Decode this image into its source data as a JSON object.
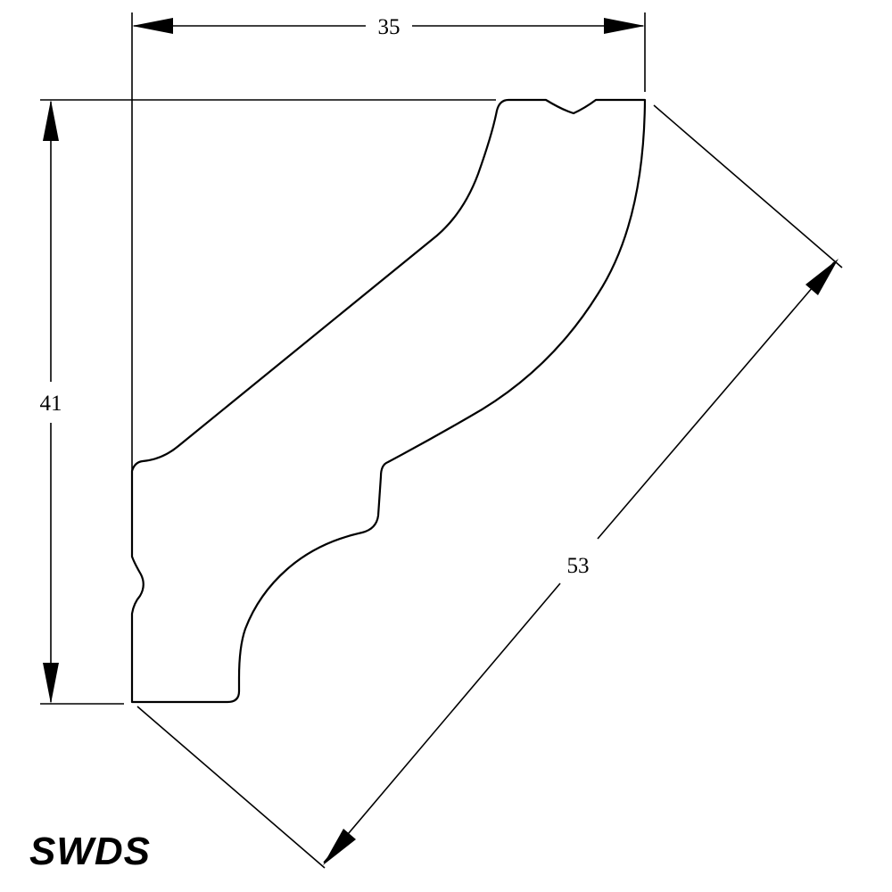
{
  "dimensions": {
    "width": "35",
    "height": "41",
    "face": "53"
  },
  "brand": "SWDS"
}
